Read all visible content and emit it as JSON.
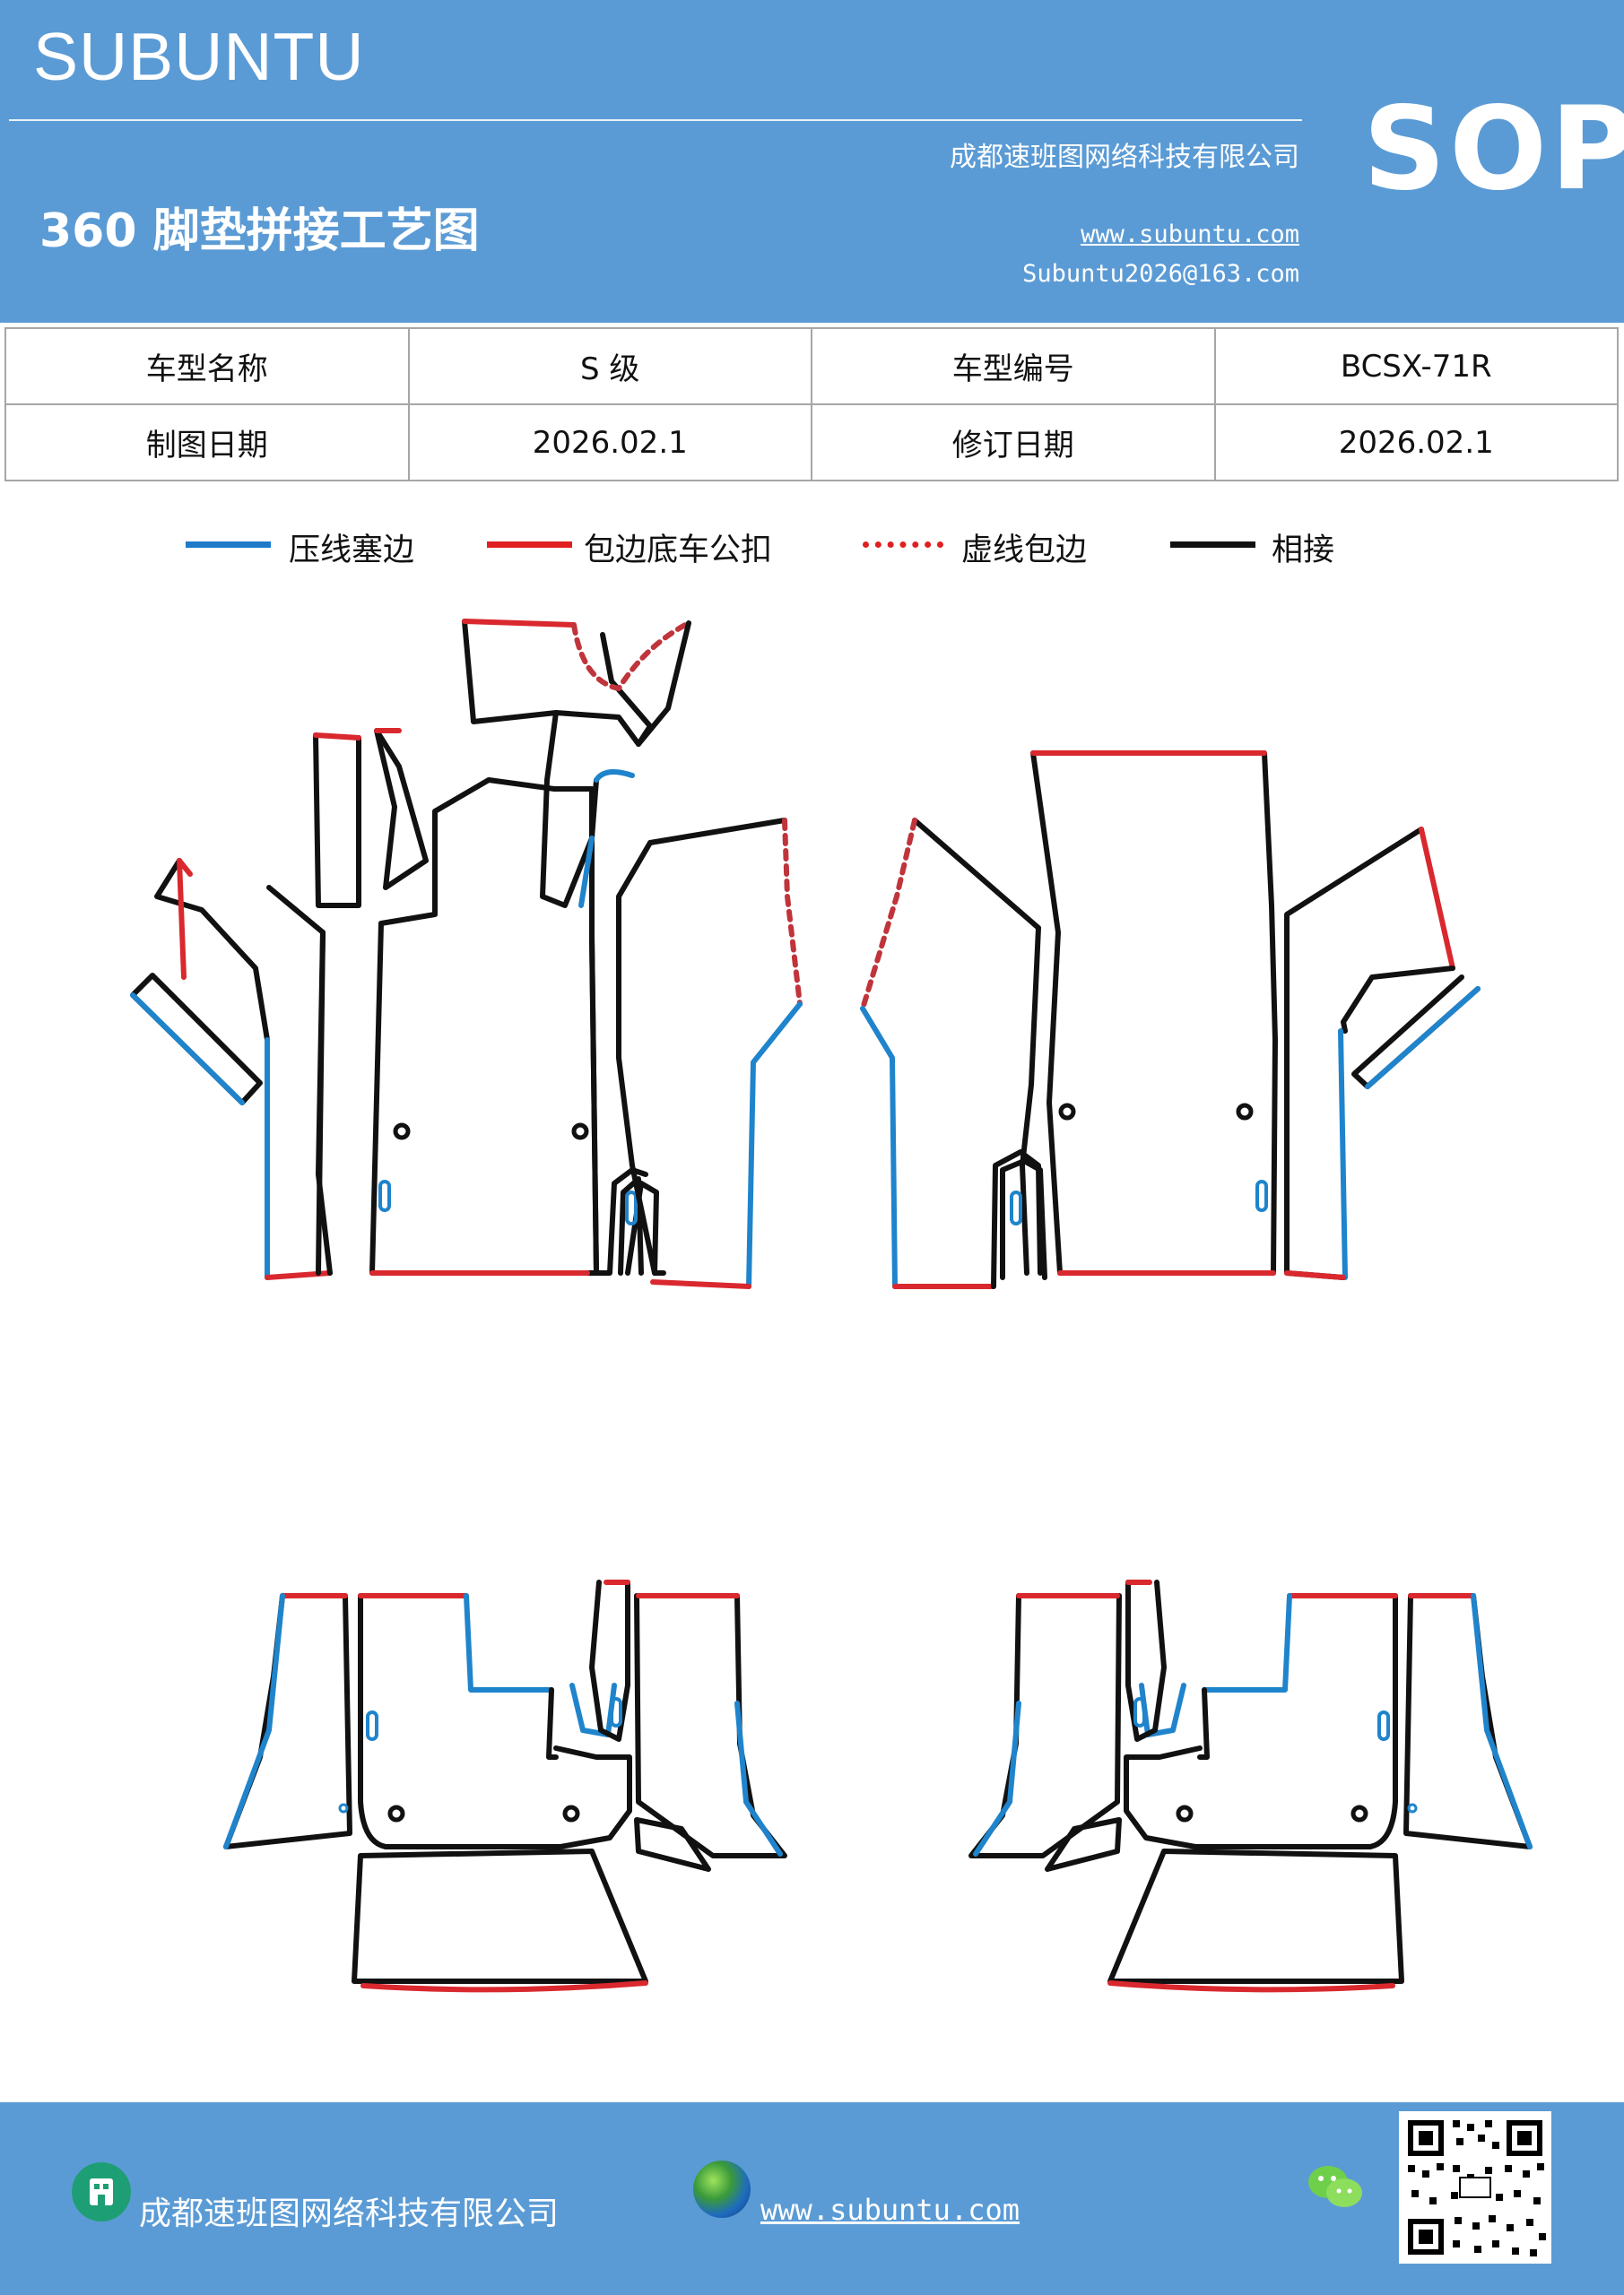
{
  "header": {
    "brand": "SUBUNTU",
    "title": "360 脚垫拼接工艺图",
    "company": "成都速班图网络科技有限公司",
    "website": "www.subuntu.com",
    "email": "Subuntu2026@163.com",
    "badge": "SOP"
  },
  "info_table": {
    "row1": [
      "车型名称",
      "S 级",
      "车型编号",
      "BCSX-71R"
    ],
    "row2": [
      "制图日期",
      "2026.02.1",
      "修订日期",
      "2026.02.1"
    ]
  },
  "legend": [
    {
      "label": "压线塞边",
      "color": "#1f7ac9",
      "style": "solid"
    },
    {
      "label": "包边底车公扣",
      "color": "#e02020",
      "style": "solid"
    },
    {
      "label": "虚线包边",
      "color": "#e02020",
      "style": "dotted"
    },
    {
      "label": "相接",
      "color": "#111111",
      "style": "solid"
    }
  ],
  "line_colors": {
    "black": "#111111",
    "blue": "#1f84cc",
    "red": "#d9282e",
    "dashed": "#c0343c"
  },
  "footer": {
    "company": "成都速班图网络科技有限公司",
    "website": "www.subuntu.com",
    "icons": [
      "building-icon",
      "globe-icon",
      "wechat-icon",
      "qr-code"
    ]
  }
}
